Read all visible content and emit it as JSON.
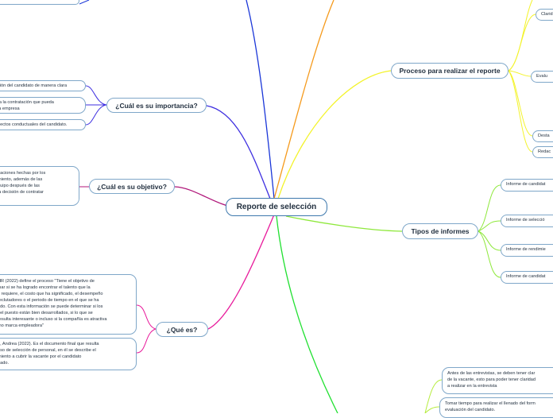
{
  "root": {
    "label": "Reporte de selección"
  },
  "topics": {
    "importancia": "¿Cuál es su importancia?",
    "objetivo": "¿Cuál es su objetivo?",
    "que_es": "¿Qué es?",
    "proceso": "Proceso para realizar el reporte",
    "tipos": "Tipos de informes"
  },
  "importancia_items": [
    "ción del candidato de manera clara",
    "ra la contratación que pueda\n la empresa",
    "pectos conductuales del candidato."
  ],
  "objetivo_items": [
    "daciones hechas por los\nmiento, además de las\nquipo después de las\n la decisión de contratar"
  ],
  "que_es_items": [
    "HR (2022) define el proceso \"Tiene el objetivo de\ninar si se ha logrado encontrar el talento que la\na requiere, el costo que ha significado, el desempeño\nreclutadores o el periodo de tiempo en el que se ha\nado. Con esta información se puede determinar si los\n del puesto están bien desarrollados, si lo que se\nresulta interesante o incluso si la compañía es atractiva\nmo marca empleadora\"",
    "o, Andrea (2022). Es el documento final que resulta\neso de selección de personal, en él se describe el\nmiento a cubrir la vacante por  el candidato\nnado."
  ],
  "proceso_items": [
    "Clarid",
    "Evalu",
    "Desta",
    "Redac"
  ],
  "tipos_items": [
    "Informe de candidat",
    "Informe de selecció",
    "Informe de rendimie",
    "Informe de candidat"
  ],
  "bottom_items": [
    "Antes de las entrevistas, se deben tener clar\nde la vacante, esto para poder tener claridad\na realizar en la entrevista",
    "Tomar tiempo para realizar el llenado del form\nevaluación del candidato."
  ],
  "colors": {
    "importancia": "#3d2ee0",
    "objetivo": "#b0177a",
    "que_es": "#e8199b",
    "top_blue": "#1a36d8",
    "top_orange": "#f59a1c",
    "proceso": "#f3f32a",
    "tipos": "#8ee83b",
    "bottom_green": "#22e032",
    "bottom_yellow_green": "#b6ec3f"
  }
}
